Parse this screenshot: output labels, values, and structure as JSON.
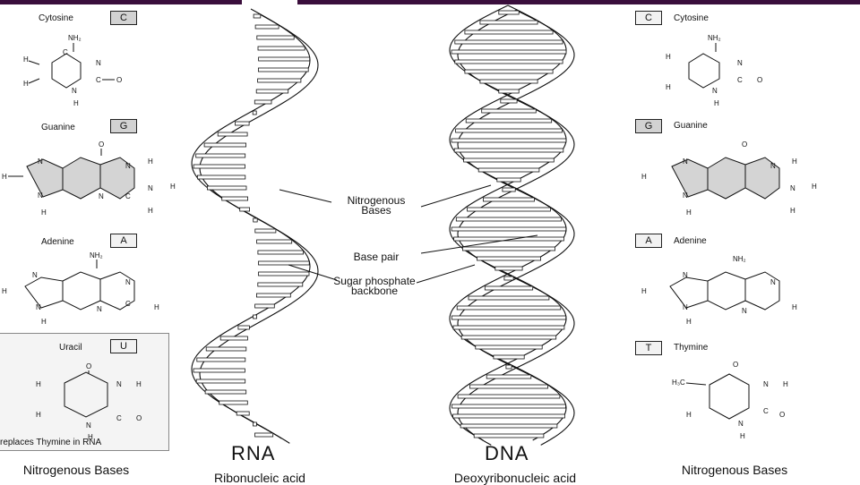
{
  "nucleotides": {
    "cytosine": {
      "name": "Cytosine",
      "letter": "C"
    },
    "guanine": {
      "name": "Guanine",
      "letter": "G"
    },
    "adenine": {
      "name": "Adenine",
      "letter": "A"
    },
    "uracil": {
      "name": "Uracil",
      "letter": "U"
    },
    "thymine": {
      "name": "Thymine",
      "letter": "T"
    }
  },
  "atoms": {
    "nh2": "NH₂",
    "n": "N",
    "c": "C",
    "o": "O",
    "h": "H",
    "h3c": "H₃C"
  },
  "uracil_note": "replaces Thymine in RNA",
  "callouts": {
    "nitrogenous_bases": "Nitrogenous Bases",
    "base_pair": "Base pair",
    "sugar_phosphate_backbone": "Sugar phosphate backbone"
  },
  "rna": {
    "title": "RNA",
    "subtitle": "Ribonucleic acid"
  },
  "dna": {
    "title": "DNA",
    "subtitle": "Deoxyribonucleic acid"
  },
  "footer": {
    "left_label": "Nitrogenous Bases",
    "right_label": "Nitrogenous Bases"
  },
  "colors": {
    "ring_fill": "#d4d4d4",
    "top_bar": "#3a0e3c",
    "line": "#111111"
  }
}
